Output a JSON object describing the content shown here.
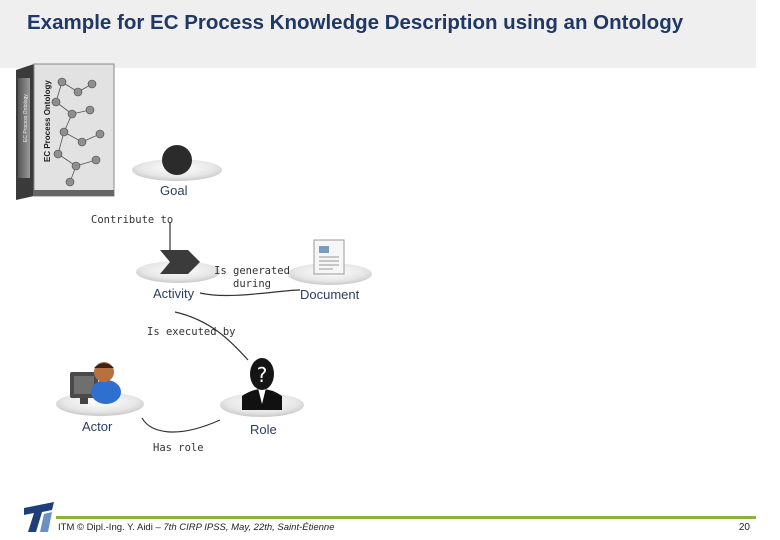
{
  "slide": {
    "title": "Example for EC Process Knowledge Description using an Ontology",
    "page_number": "20"
  },
  "book": {
    "cover_title": "EC Process Ontology",
    "spine_text": "EC Process Ontology"
  },
  "nodes": {
    "goal": "Goal",
    "activity": "Activity",
    "document": "Document",
    "actor": "Actor",
    "role": "Role"
  },
  "relations": {
    "contribute_to": "Contribute to",
    "is_generated_during": "Is generated during",
    "is_executed_by": "Is executed by",
    "has_role": "Has role"
  },
  "footer": {
    "prefix": "ITM © Dipl.-Ing. Y. Aidi – ",
    "venue": "7th CIRP IPSS, May, 22th, Saint-Étienne"
  },
  "colors": {
    "title": "#1f3864",
    "accent_line": "#8ab33c",
    "node_label": "#2a3f5f"
  }
}
